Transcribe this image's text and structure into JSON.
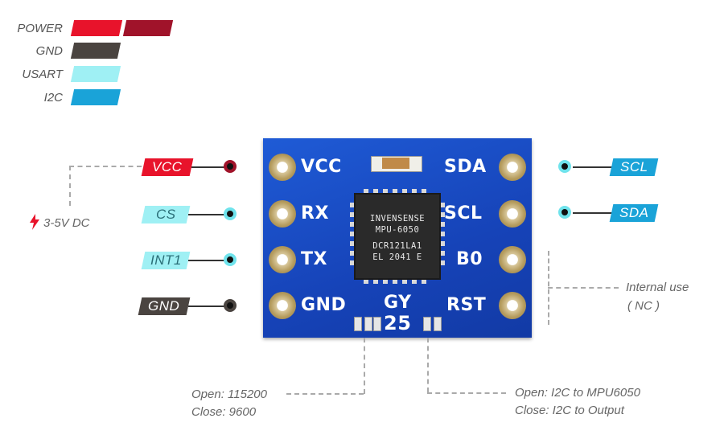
{
  "legend": [
    {
      "label": "POWER",
      "color": "#e8132b",
      "color2": "#a0132a"
    },
    {
      "label": "GND",
      "color": "#4a4440"
    },
    {
      "label": "USART",
      "color": "#9ff0f4"
    },
    {
      "label": "I2C",
      "color": "#1aa3d8"
    }
  ],
  "left_pins": [
    {
      "label": "VCC",
      "group": "power"
    },
    {
      "label": "CS",
      "group": "usart"
    },
    {
      "label": "INT1",
      "group": "usart"
    },
    {
      "label": "GND",
      "group": "gnd"
    }
  ],
  "right_pins": [
    {
      "label": "SCL",
      "group": "i2c"
    },
    {
      "label": "SDA",
      "group": "i2c"
    }
  ],
  "board": {
    "left_silk": [
      "VCC",
      "RX",
      "TX",
      "GND"
    ],
    "right_silk": [
      "SDA",
      "SCL",
      "B0",
      "RST"
    ],
    "model_top": "GY",
    "model_bottom": "25",
    "chip_lines": [
      "INVENSENSE",
      "MPU-6050",
      "DCR121LA1",
      "EL 2041 E"
    ]
  },
  "notes": {
    "power": "3-5V DC",
    "internal_line1": "Internal use",
    "internal_line2": "( NC )",
    "baud_line1": "Open: 115200",
    "baud_line2": "Close: 9600",
    "i2c_line1": "Open: I2C to MPU6050",
    "i2c_line2": "Close: I2C to Output"
  }
}
